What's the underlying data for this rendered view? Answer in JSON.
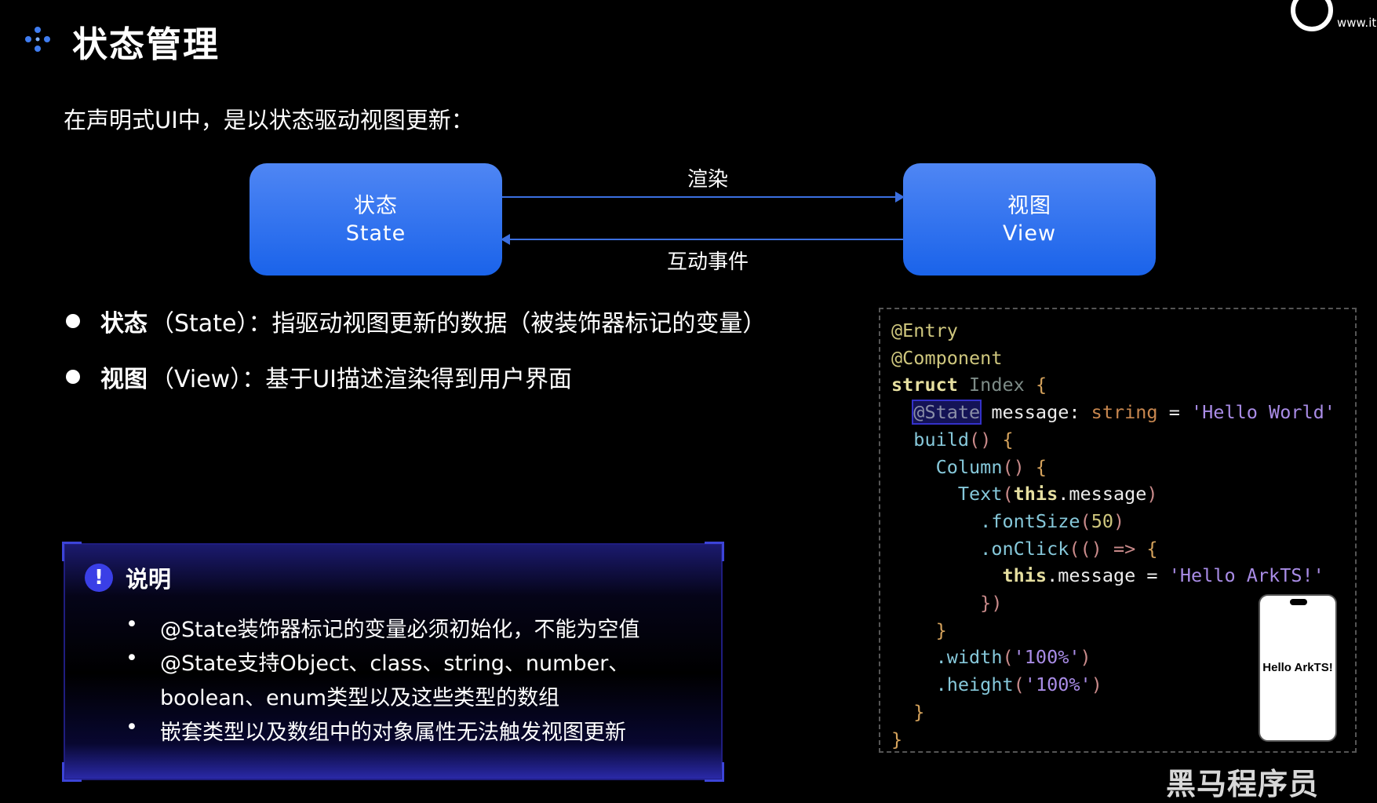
{
  "header": {
    "title": "状态管理",
    "logo_url_text": "www.it"
  },
  "intro": "在声明式UI中，是以状态驱动视图更新：",
  "diagram": {
    "state_box": {
      "zh": "状态",
      "en": "State"
    },
    "view_box": {
      "zh": "视图",
      "en": "View"
    },
    "render_label": "渲染",
    "event_label": "互动事件"
  },
  "bullets": [
    {
      "term": "状态",
      "paren": "（State）：",
      "desc": "指驱动视图更新的数据（被装饰器标记的变量）"
    },
    {
      "term": "视图",
      "paren": "（View）：",
      "desc": "基于UI描述渲染得到用户界面"
    }
  ],
  "code": [
    [
      [
        "@Entry",
        "#cfc77e"
      ]
    ],
    [
      [
        "@Component",
        "#cfc77e"
      ]
    ],
    [
      [
        "struct",
        "#e6dfa0",
        "b"
      ],
      [
        " Index ",
        "#7d8b87"
      ],
      [
        "{",
        "#d6a35c"
      ]
    ],
    [
      [
        "  ",
        ""
      ],
      [
        "@State",
        "#8a8fa8",
        "hl"
      ],
      [
        " message: ",
        "#ececec"
      ],
      [
        "string",
        "#c8874f"
      ],
      [
        " = ",
        "#ececec"
      ],
      [
        "'Hello World'",
        "#a98ce6"
      ]
    ],
    [
      [
        "  build",
        "#86c8da"
      ],
      [
        "()",
        "#c98a8a"
      ],
      [
        " {",
        "#d6a35c"
      ]
    ],
    [
      [
        "    Column",
        "#86c8da"
      ],
      [
        "()",
        "#c98a8a"
      ],
      [
        " {",
        "#d6a35c"
      ]
    ],
    [
      [
        "      Text",
        "#86c8da"
      ],
      [
        "(",
        "#c98a8a"
      ],
      [
        "this",
        "#e6dfa0",
        "b"
      ],
      [
        ".message",
        "#ececec"
      ],
      [
        ")",
        "#c98a8a"
      ]
    ],
    [
      [
        "        .fontSize",
        "#86c8da"
      ],
      [
        "(",
        "#c98a8a"
      ],
      [
        "50",
        "#cfc77e"
      ],
      [
        ")",
        "#c98a8a"
      ]
    ],
    [
      [
        "        .onClick",
        "#86c8da"
      ],
      [
        "(() => ",
        "#c98a8a"
      ],
      [
        "{",
        "#d6a35c"
      ]
    ],
    [
      [
        "          this",
        "#e6dfa0",
        "b"
      ],
      [
        ".message = ",
        "#ececec"
      ],
      [
        "'Hello ArkTS!'",
        "#a98ce6"
      ]
    ],
    [
      [
        "        })",
        "#c98a8a"
      ]
    ],
    [
      [
        "    }",
        "#d6a35c"
      ]
    ],
    [
      [
        "    .width",
        "#86c8da"
      ],
      [
        "(",
        "#c98a8a"
      ],
      [
        "'100%'",
        "#a98ce6"
      ],
      [
        ")",
        "#c98a8a"
      ]
    ],
    [
      [
        "    .height",
        "#86c8da"
      ],
      [
        "(",
        "#c98a8a"
      ],
      [
        "'100%'",
        "#a98ce6"
      ],
      [
        ")",
        "#c98a8a"
      ]
    ],
    [
      [
        "  }",
        "#d6a35c"
      ]
    ],
    [
      [
        "}",
        "#d6a35c"
      ]
    ]
  ],
  "phone": {
    "text": "Hello ArkTS!"
  },
  "note": {
    "icon": "!",
    "title": "说明",
    "items": [
      "@State装饰器标记的变量必须初始化，不能为空值",
      "@State支持Object、class、string、number、",
      "boolean、enum类型以及这些类型的数组",
      "嵌套类型以及数组中的对象属性无法触发视图更新"
    ]
  },
  "watermark": "黑马程序员"
}
